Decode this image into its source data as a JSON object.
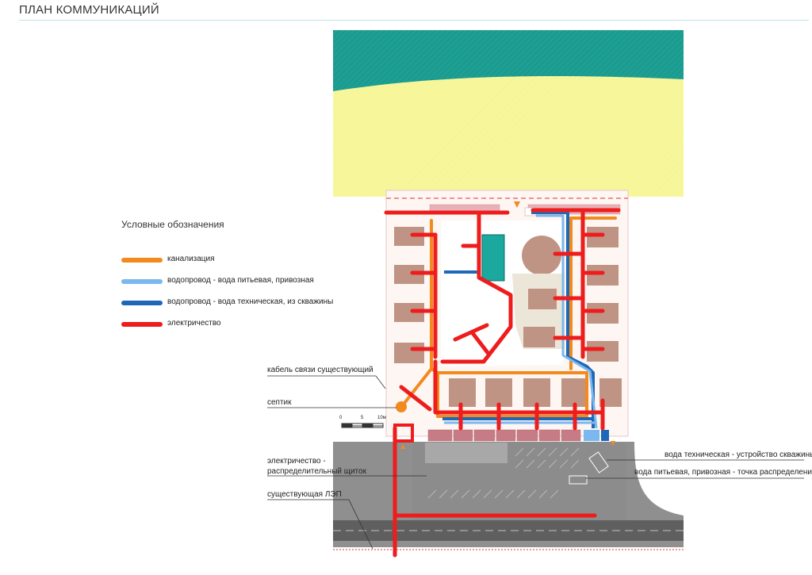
{
  "title": "ПЛАН КОММУНИКАЦИЙ",
  "legend": {
    "heading": "Условные обозначения",
    "items": [
      {
        "label": "канализация",
        "color": "#f28a1e"
      },
      {
        "label": "водопровод - вода питьевая, привозная",
        "color": "#7ab8ee"
      },
      {
        "label": "водопровод - вода техническая, из скважины",
        "color": "#1f68b8"
      },
      {
        "label": "электричество",
        "color": "#ee1c1c"
      }
    ]
  },
  "callouts": {
    "comm_cable": "кабель связи существующий",
    "septic": "септик",
    "electric_1": "электричество -",
    "electric_2": "распределительный щиток",
    "power_line": "существующая ЛЭП",
    "tech_water": "вода техническая - устройство скважины",
    "drink_water": "вода питьевая, привозная - точка распределения"
  },
  "scale": {
    "t0": "0",
    "t5": "5",
    "t10": "10м"
  },
  "colors": {
    "sea": "#1e9f93",
    "beach": "#f7f79a",
    "road": "#5f5f5f",
    "paving": "#8f8f8f",
    "building": "#bf9080",
    "pool": "#1aa89f"
  }
}
